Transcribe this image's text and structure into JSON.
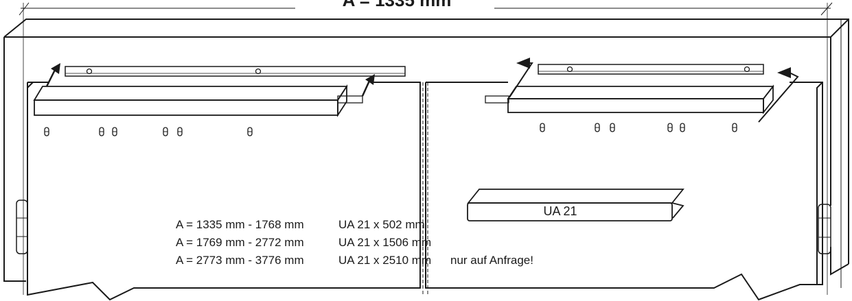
{
  "dimension_label": "A = 1335 mm",
  "profile_label": "UA 21",
  "spec_rows": [
    {
      "range": "A =  1335 mm  - 1768 mm",
      "size": "UA 21 x  502 mm",
      "note": ""
    },
    {
      "range": "A =  1769 mm  - 2772 mm",
      "size": "UA 21 x 1506 mm",
      "note": ""
    },
    {
      "range": "A =  2773 mm  - 3776 mm",
      "size": "UA 21 x 2510 mm",
      "note": "nur auf Anfrage!"
    }
  ],
  "colors": {
    "line": "#1a1a1a",
    "panel_fill": "#ffffff",
    "rail_fill": "#e8e8e8",
    "rail_shadow": "#9a9a9a"
  }
}
